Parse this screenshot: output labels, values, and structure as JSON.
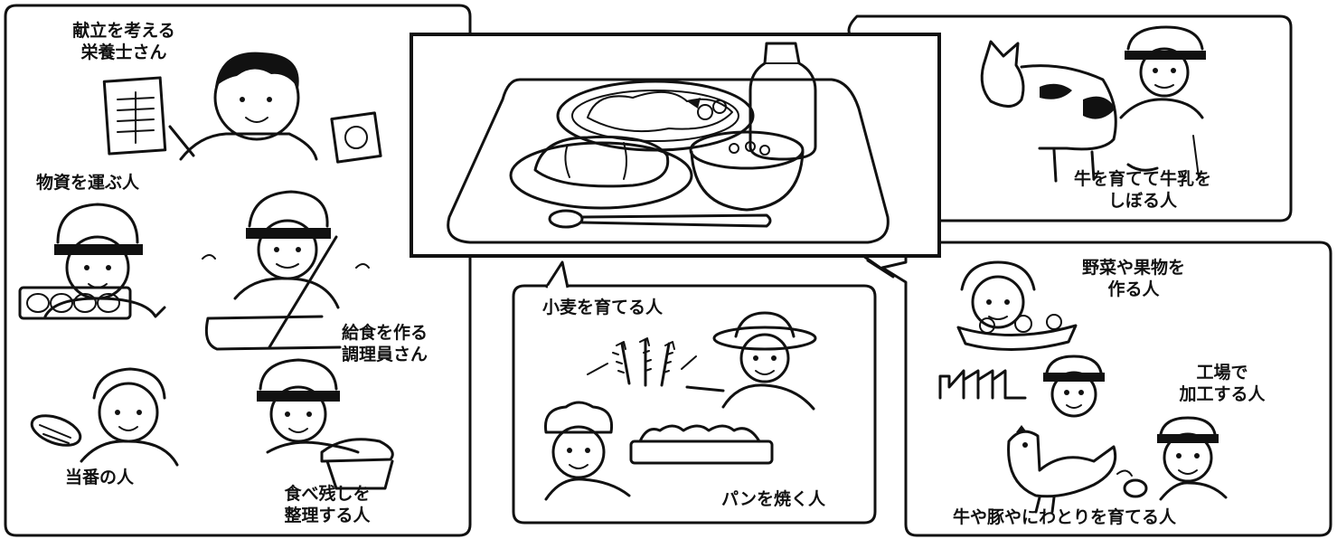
{
  "labels": {
    "nutritionist": [
      "献立を考える",
      "栄養士さん"
    ],
    "transporter": "物資を運ぶ人",
    "cook": [
      "給食を作る",
      "調理員さん"
    ],
    "duty": "当番の人",
    "leftovers": [
      "食べ残しを",
      "整理する人"
    ],
    "dairy": [
      "牛を育てて牛乳を",
      "しぼる人"
    ],
    "wheat": "小麦を育てる人",
    "baker": "パンを焼く人",
    "vegetables": [
      "野菜や果物を",
      "作る人"
    ],
    "factory": [
      "工場で",
      "加工する人"
    ],
    "livestock": "牛や豚やにわとりを育てる人"
  }
}
